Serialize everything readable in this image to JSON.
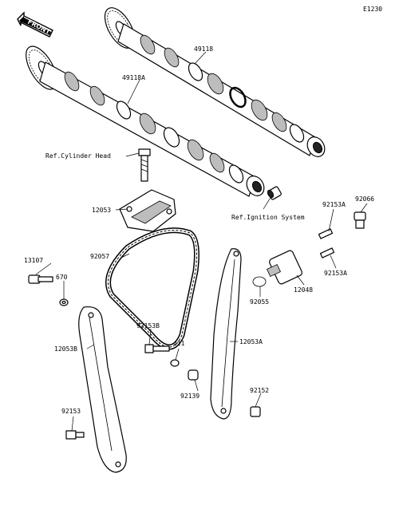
{
  "diagram_code": "E1230",
  "direction_label": "FRONT",
  "refs": {
    "cylinder_head": "Ref.Cylinder Head",
    "ignition_system": "Ref.Ignition System"
  },
  "callouts": {
    "c49118": "49118",
    "c49118A": "49118A",
    "c12053": "12053",
    "c92057": "92057",
    "c13107": "13107",
    "c670": "670",
    "c12053B": "12053B",
    "c92153B": "92153B",
    "c411": "411",
    "c92139": "92139",
    "c92153": "92153",
    "c12053A": "12053A",
    "c92152": "92152",
    "c92153A_top": "92153A",
    "c92066": "92066",
    "c92055": "92055",
    "c12048": "12048",
    "c92153A_bottom": "92153A"
  },
  "colors": {
    "line": "#000000",
    "background": "#ffffff",
    "shading": "#bdbdbd"
  }
}
